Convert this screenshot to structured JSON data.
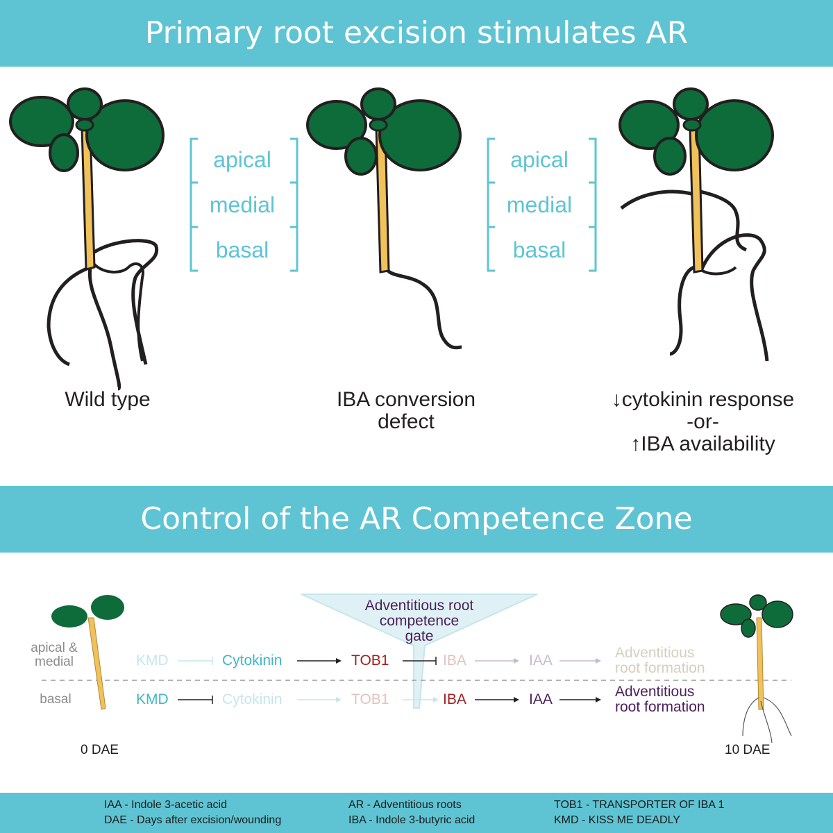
{
  "header": {
    "title": "Primary root excision stimulates AR"
  },
  "section2": {
    "title": "Control of the AR Competence Zone"
  },
  "zones": {
    "apical": "apical",
    "medial": "medial",
    "basal": "basal"
  },
  "seedlings": {
    "wild_type": "Wild type",
    "iba_defect_line1": "IBA conversion",
    "iba_defect_line2": "defect",
    "third_line1": "↓cytokinin response",
    "third_line2": "-or-",
    "third_line3": "↑IBA availability"
  },
  "gate": {
    "line1": "Adventitious root",
    "line2": "competence",
    "line3": "gate"
  },
  "side_labels": {
    "apical_line1": "apical &",
    "apical_line2": "medial",
    "basal": "basal"
  },
  "pathway": {
    "kmd": "KMD",
    "cytokinin": "Cytokinin",
    "tob1": "TOB1",
    "iba": "IBA",
    "iaa": "IAA",
    "ar_line1": "Adventitious",
    "ar_line2": "root formation"
  },
  "timepoints": {
    "start": "0 DAE",
    "end": "10 DAE"
  },
  "legend": {
    "iaa": "IAA - Indole 3-acetic acid",
    "dae": "DAE - Days after excision/wounding",
    "ar": "AR - Adventitious roots",
    "iba": "IBA - Indole 3-butyric acid",
    "tob1": "TOB1 - TRANSPORTER OF IBA 1",
    "kmd": "KMD - KISS ME DEADLY"
  },
  "colors": {
    "banner": "#5ec4d3",
    "zone_text": "#5ec4d3",
    "leaf": "#0e6b3a",
    "hypocotyl": "#f1c15a",
    "kmd": "#3fb6c7",
    "tob1": "#a31d21",
    "iaa": "#4b1e5a",
    "faded_kmd": "#c5e6ec",
    "faded_tob1": "#e2c3bd",
    "faded_iaa": "#c7b9cf",
    "faded_ar": "#d6cfbf"
  }
}
